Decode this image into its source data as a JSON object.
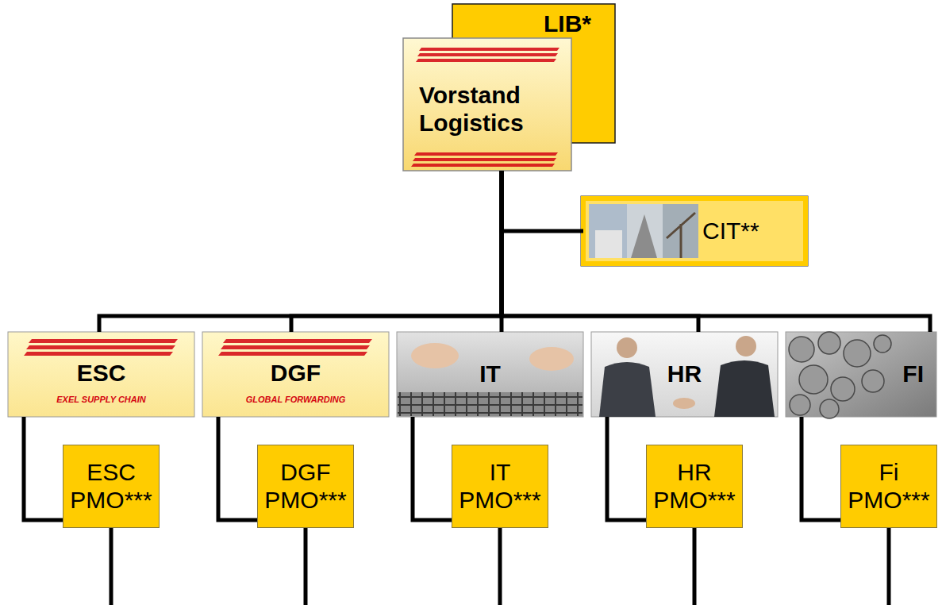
{
  "diagram": {
    "nodes": [
      {
        "text": [
          "LIB*"
        ]
      },
      {
        "text": [
          "Vorstand Logistics"
        ]
      },
      {
        "text": [
          "CIT**"
        ]
      },
      {
        "text": [
          "ESC",
          "EXEL SUPPLY CHAIN"
        ]
      },
      {
        "text": [
          "DGF",
          "GLOBAL FORWARDING"
        ]
      },
      {
        "text": [
          "IT"
        ]
      },
      {
        "text": [
          "HR"
        ]
      },
      {
        "text": [
          "FI"
        ]
      },
      {
        "text": [
          "ESC PMO***"
        ]
      },
      {
        "text": [
          "DGF PMO***"
        ]
      },
      {
        "text": [
          "IT PMO***"
        ]
      },
      {
        "text": [
          "HR PMO***"
        ]
      },
      {
        "text": [
          "Fi PMO***"
        ]
      }
    ],
    "edges": [
      {
        "from": 1,
        "to": 2,
        "arrow": "none"
      },
      {
        "from": 1,
        "to": 3,
        "arrow": "none"
      },
      {
        "from": 1,
        "to": 4,
        "arrow": "none"
      },
      {
        "from": 1,
        "to": 5,
        "arrow": "none"
      },
      {
        "from": 1,
        "to": 6,
        "arrow": "none"
      },
      {
        "from": 1,
        "to": 7,
        "arrow": "none"
      },
      {
        "from": 3,
        "to": 8,
        "arrow": "none"
      },
      {
        "from": 4,
        "to": 9,
        "arrow": "none"
      },
      {
        "from": 5,
        "to": 10,
        "arrow": "none"
      },
      {
        "from": 6,
        "to": 11,
        "arrow": "none"
      },
      {
        "from": 7,
        "to": 12,
        "arrow": "none"
      }
    ]
  }
}
